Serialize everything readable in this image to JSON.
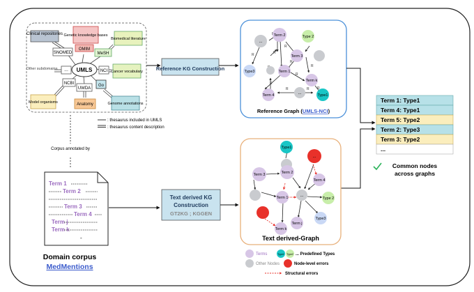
{
  "umls": {
    "center": "UMLS",
    "boxes": {
      "clinical": "Clinical repositories",
      "genetic": "Genetic knowledge bases",
      "omim": "OMIM",
      "mesh": "MeSH",
      "biomed": "Biomedical literature",
      "snomed": "SNOMED",
      "other": "Other subdomains",
      "dots": "...",
      "nci": "NCI",
      "cancer": "Cancer vocabulary",
      "ncbi": "NCBI",
      "uwda": "UWDA",
      "go": "Go",
      "model": "Model organisms",
      "anatomy": "Anatomy",
      "genome": "Genome annotations"
    },
    "legend_single": ": thesaurus included in UMLS",
    "legend_double": ": thesaurus content description"
  },
  "flow": {
    "ref_kg": "Reference KG Construction",
    "text_kg_title": "Text derived KG Construction",
    "text_kg_tools": "GT2KG ; KGGEN",
    "corpus_annotated": "Corpus annotated by"
  },
  "ref_graph": {
    "caption_prefix": "Reference Graph (",
    "caption_link": "UMLS-NCI",
    "caption_suffix": ")",
    "nodes": {
      "term2": "Term 2",
      "type2": "Type 2",
      "dots1": "...",
      "term3": "Term 3",
      "type3": "Type3",
      "term1": "Term 1",
      "termk": "Term k",
      "term4": "Term 4",
      "dots2": "...",
      "dots3": "...",
      "type1": "Type1"
    },
    "edge_labels": [
      "R",
      "R",
      "R",
      "R",
      "R",
      "R",
      "R",
      "R",
      "R",
      "R",
      "R",
      "R",
      "R"
    ]
  },
  "text_graph": {
    "caption": "Text derived-Graph",
    "nodes": {
      "type1": "Type1",
      "dots_top": "...",
      "term3": "Term 3",
      "term2": "Term 2",
      "term4": "Term 4",
      "term1": "Term 1",
      "dots_mid": "...",
      "type2": "Type 2",
      "termj": "Term j",
      "type3": "Type3",
      "termk": "Term k"
    }
  },
  "legend": {
    "terms": "Terms",
    "other_nodes": "Other Nodes",
    "predefined": "... Predefined Types",
    "type1": "Type1",
    "type2": "Type2",
    "node_errors": "Node-level errors",
    "structural": "Structural errors"
  },
  "common": {
    "rows": [
      "Term 1: Type1",
      "Term 4: Type1",
      "Term 5: Type2",
      "Term 2: Type3",
      "Term 3: Type2",
      "..."
    ],
    "caption": "Common nodes across graphs"
  },
  "corpus": {
    "lines": [
      "Term 1",
      "Term 2",
      "Term 3",
      "Term 4",
      "Term j",
      "Term k",
      "-"
    ],
    "title": "Domain corpus",
    "link": "MedMentions"
  },
  "colors": {
    "term_node": "#d7c6e6",
    "other_node": "#c9cbcf",
    "type1": "#19c6c6",
    "type2": "#c8eeaa",
    "type3": "#c9d8f5",
    "error": "#e8312a",
    "ref_box": "#4a90d9",
    "text_box": "#e8b07a",
    "table_blue": "#b7e1e8",
    "table_yellow": "#fbeebd",
    "term_text": "#9b6bbf",
    "link": "#3c5ccc"
  }
}
